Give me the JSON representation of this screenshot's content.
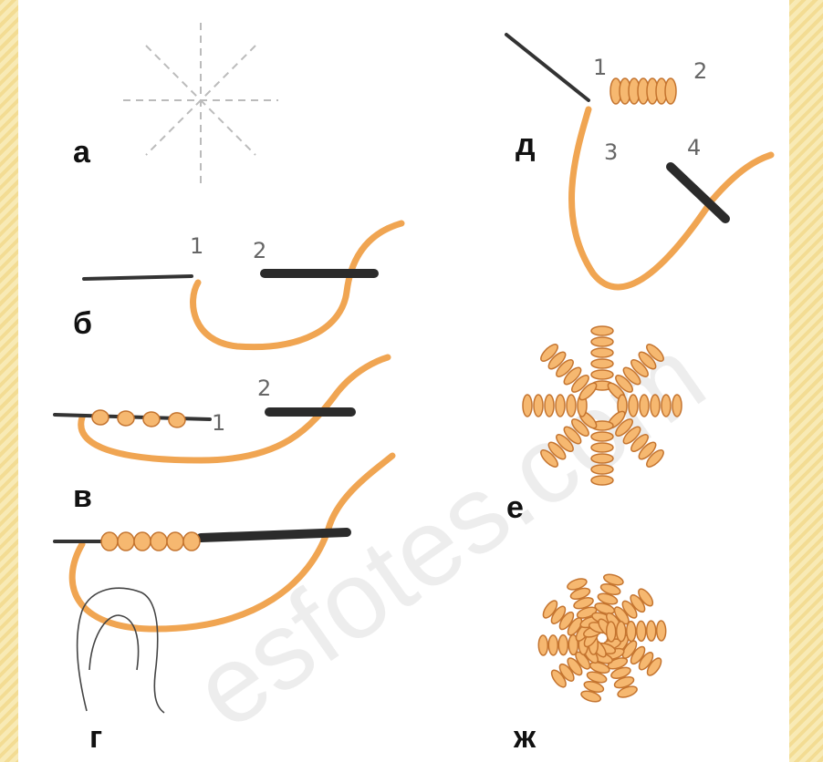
{
  "watermark": "esfotes.com",
  "figure_labels": {
    "a": "а",
    "b": "б",
    "v": "в",
    "g": "г",
    "d": "д",
    "e": "е",
    "zh": "ж"
  },
  "point_labels": {
    "b1": "1",
    "b2": "2",
    "v1": "1",
    "v2": "2",
    "d1": "1",
    "d2": "2",
    "d3": "3",
    "d4": "4"
  },
  "colors": {
    "thread": "#f0a552",
    "needle": "#2b2b2b",
    "background": "#f6e6a8"
  }
}
